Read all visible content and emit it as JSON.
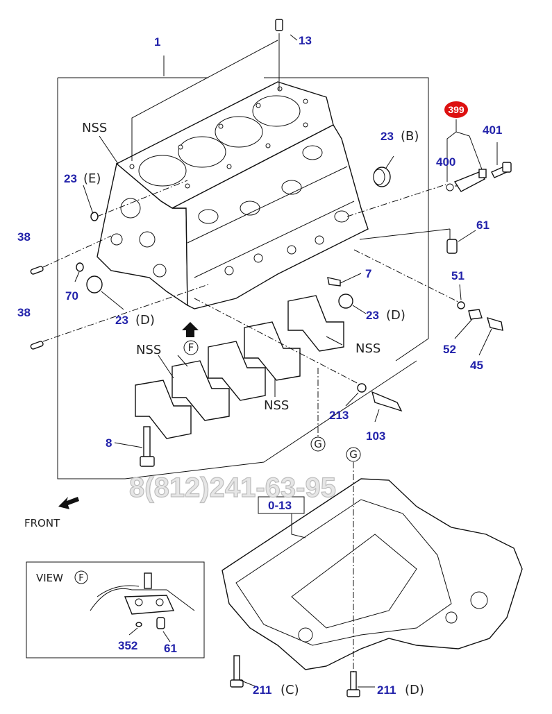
{
  "callouts": {
    "c1": "1",
    "c13": "13",
    "c399": "399",
    "c401": "401",
    "c400": "400",
    "c23b": "23",
    "c23b_suffix": "(B)",
    "c23e": "23",
    "c23e_suffix": "(E)",
    "c61a": "61",
    "c38a": "38",
    "c38b": "38",
    "c70": "70",
    "c23d1": "23",
    "c23d1_suffix": "(D)",
    "c7": "7",
    "c23d2": "23",
    "c23d2_suffix": "(D)",
    "c51": "51",
    "c52": "52",
    "c45": "45",
    "c213": "213",
    "c103": "103",
    "c8": "8",
    "c013": "0-13",
    "c352": "352",
    "c61b": "61",
    "c211c": "211",
    "c211c_suffix": "(C)",
    "c211d": "211",
    "c211d_suffix": "(D)"
  },
  "labels": {
    "nss1": "NSS",
    "nss2": "NSS",
    "nss3": "NSS",
    "nss4": "NSS",
    "front": "FRONT",
    "view": "VIEW",
    "circle_f1": "F",
    "circle_f2": "F",
    "circle_g1": "G",
    "circle_g2": "G"
  },
  "watermark": "8(812)241-63-95",
  "colors": {
    "callout_text": "#2222aa",
    "highlight_badge": "#dd1111",
    "line": "#111111"
  }
}
